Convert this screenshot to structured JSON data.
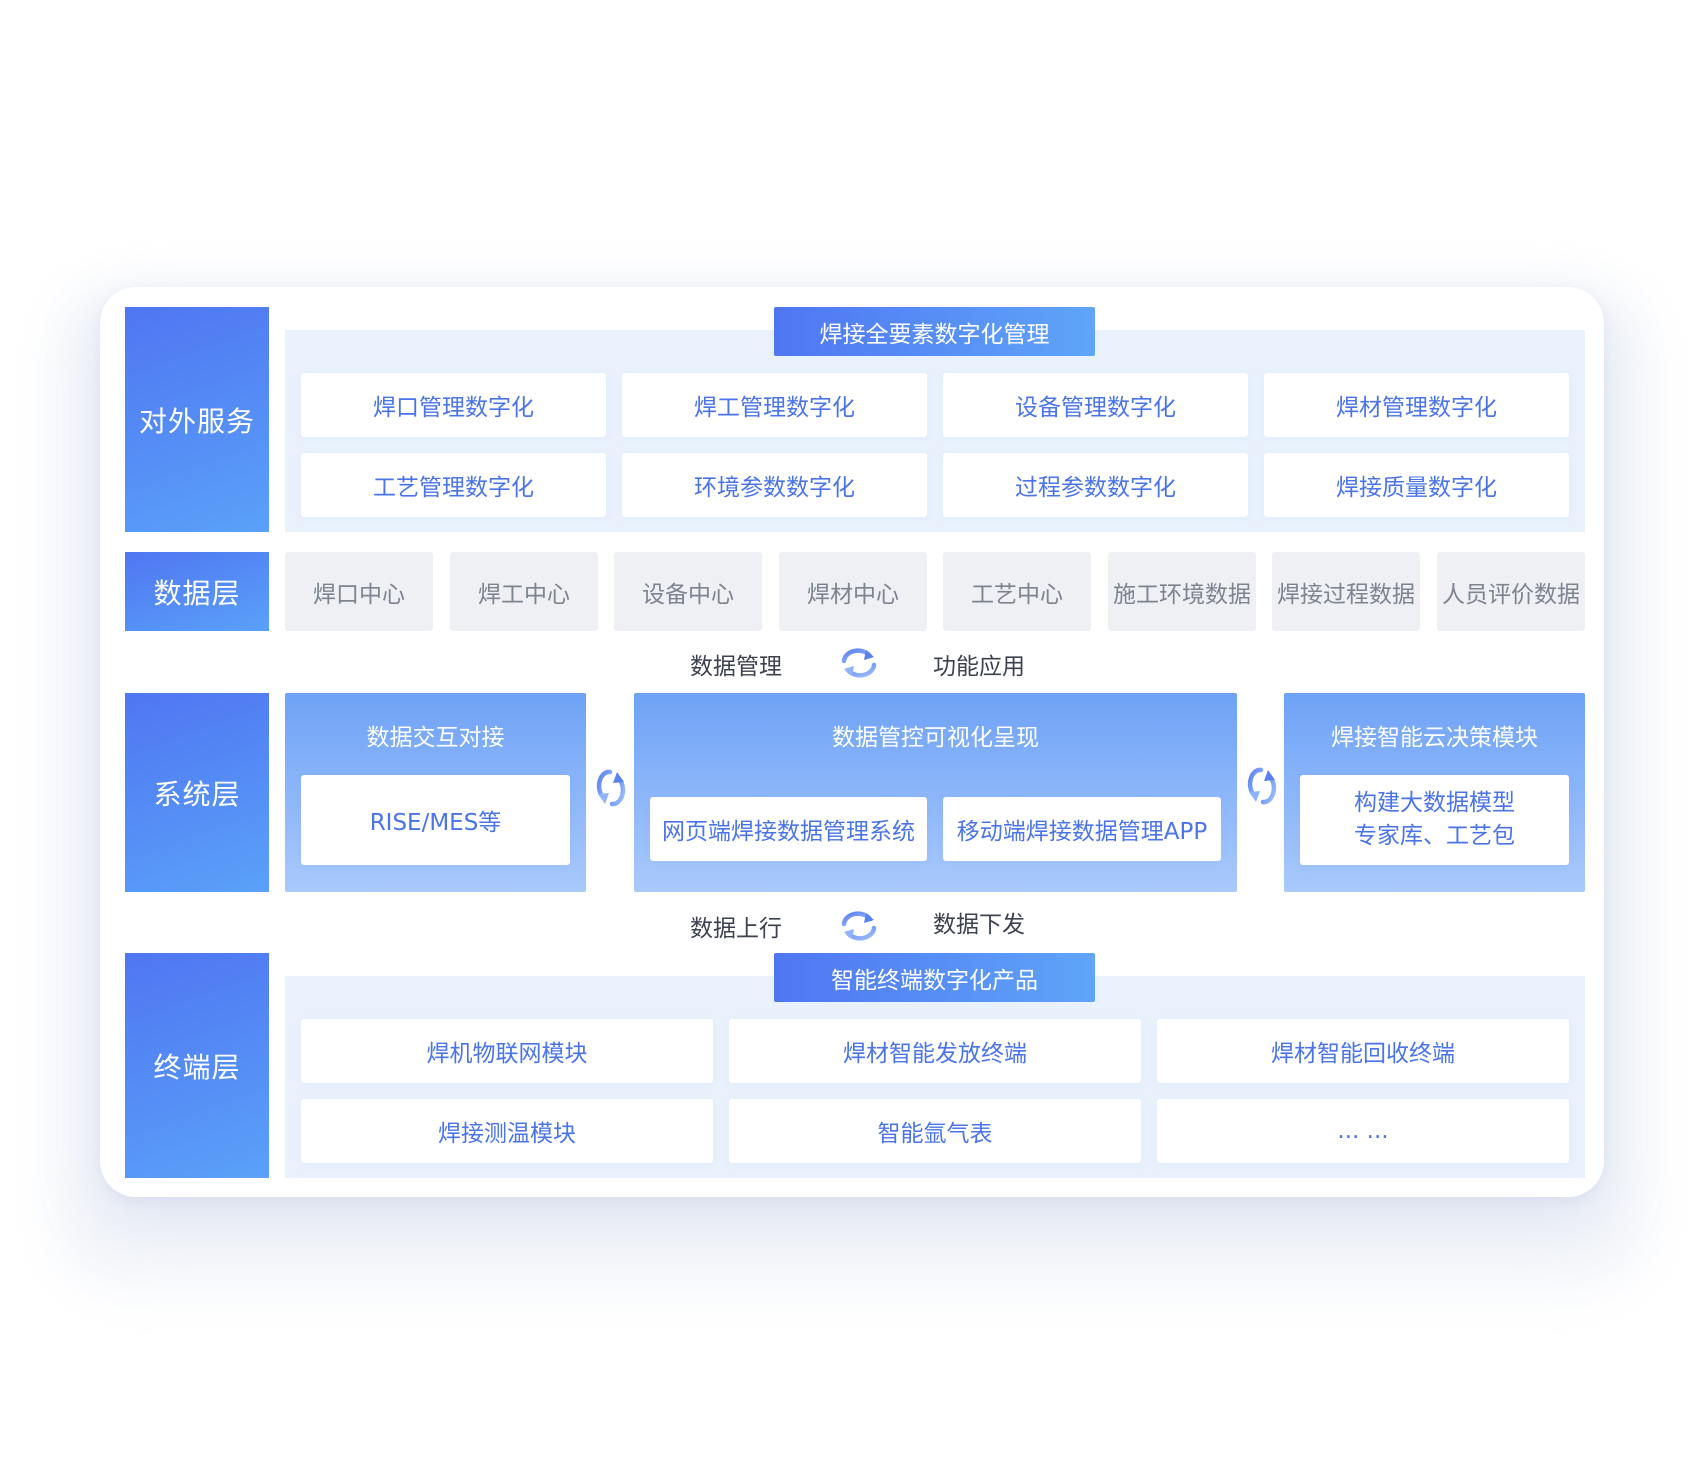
{
  "layers": {
    "external": {
      "label": "对外服务",
      "banner": "焊接全要素数字化管理",
      "items": [
        "焊口管理数字化",
        "焊工管理数字化",
        "设备管理数字化",
        "焊材管理数字化",
        "工艺管理数字化",
        "环境参数数字化",
        "过程参数数字化",
        "焊接质量数字化"
      ]
    },
    "data": {
      "label": "数据层",
      "items": [
        "焊口中心",
        "焊工中心",
        "设备中心",
        "焊材中心",
        "工艺中心",
        "施工环境数据",
        "焊接过程数据",
        "人员评价数据"
      ]
    },
    "flow_top": {
      "left": "数据管理",
      "right": "功能应用"
    },
    "system": {
      "label": "系统层",
      "left": {
        "title": "数据交互对接",
        "item": "RISE/MES等"
      },
      "center": {
        "title": "数据管控可视化呈现",
        "items": [
          "网页端焊接数据管理系统",
          "移动端焊接数据管理APP"
        ]
      },
      "right": {
        "title": "焊接智能云决策模块",
        "item": "构建大数据模型\n专家库、工艺包"
      }
    },
    "flow_bottom": {
      "left": "数据上行",
      "right": "数据下发"
    },
    "terminal": {
      "label": "终端层",
      "banner": "智能终端数字化产品",
      "items": [
        "焊机物联网模块",
        "焊材智能发放终端",
        "焊材智能回收终端",
        "焊接测温模块",
        "智能氩气表",
        "... ..."
      ]
    }
  },
  "icons": {
    "sync_vertical": "sync-arrows-icon",
    "sync_horizontal": "sync-arrows-icon"
  },
  "colors": {
    "accent_dark": "#4f76f2",
    "accent_light": "#5aa1f8",
    "panel": "#e9f1fd",
    "text_blue": "#4a74e8"
  }
}
